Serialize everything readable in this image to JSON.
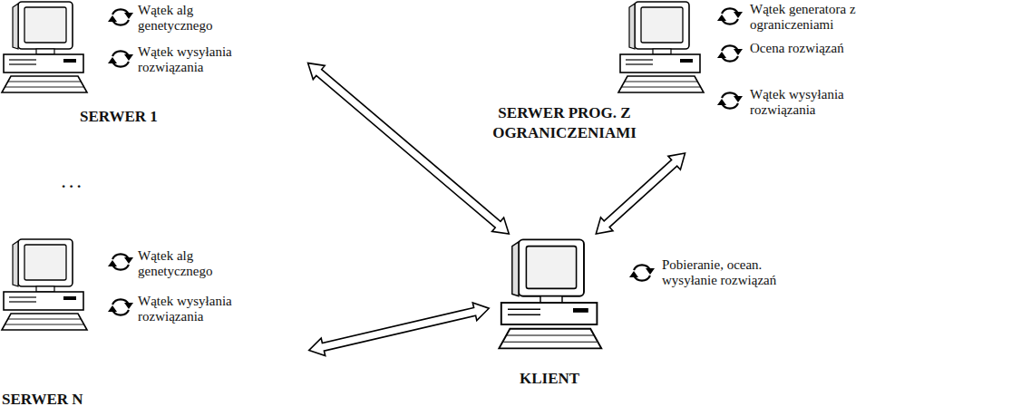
{
  "diagram": {
    "nodes": [
      {
        "text": [
          "SERWER 1",
          "Wątek alg genetycznego",
          "Wątek wysyłania rozwiązania"
        ]
      },
      {
        "text": [
          "SERWER PROG. Z OGRANICZENIAMI",
          "Wątek generatora z ograniczeniami",
          "Ocena rozwiązań",
          "Wątek wysyłania rozwiązania"
        ]
      },
      {
        "text": [
          "SERWER N",
          "Wątek alg genetycznego",
          "Wątek wysyłania rozwiązania"
        ]
      },
      {
        "text": [
          "KLIENT",
          "Pobieranie, ocean. wysyłanie rozwiązań"
        ]
      }
    ],
    "edges": [
      {
        "from": 0,
        "to": 3,
        "arrow": "both"
      },
      {
        "from": 1,
        "to": 3,
        "arrow": "both"
      },
      {
        "from": 2,
        "to": 3,
        "arrow": "both"
      }
    ],
    "labels": [
      ". . ."
    ]
  }
}
